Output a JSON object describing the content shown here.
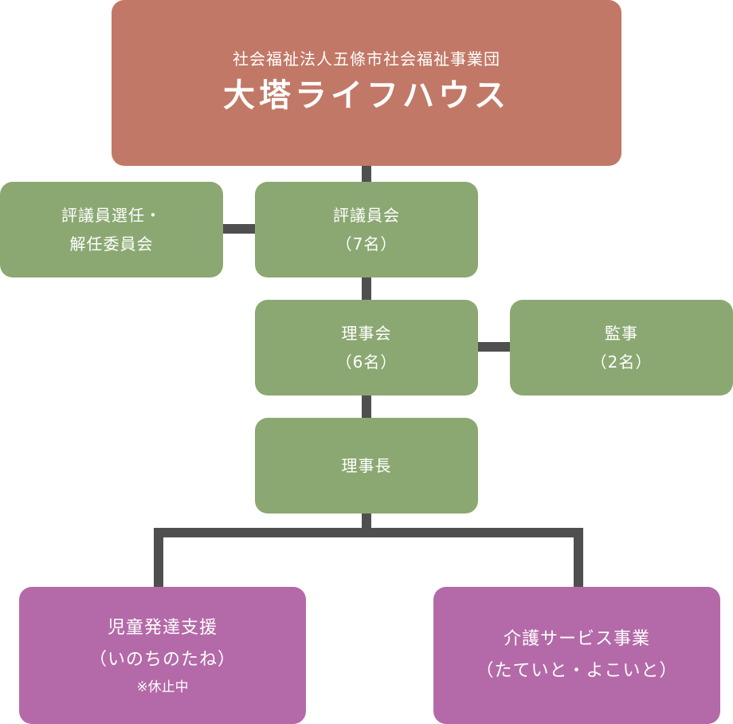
{
  "organization": {
    "subtitle": "社会福祉法人五條市社会福祉事業団",
    "title": "大塔ライフハウス"
  },
  "nodes": {
    "selection_committee": {
      "line1": "評議員選任・",
      "line2": "解任委員会"
    },
    "councilors": {
      "line1": "評議員会",
      "line2": "（7名）"
    },
    "board": {
      "line1": "理事会",
      "line2": "（6名）"
    },
    "auditors": {
      "line1": "監事",
      "line2": "（2名）"
    },
    "chairman": {
      "line1": "理事長"
    },
    "child_support": {
      "line1": "児童発達支援",
      "line2": "（いのちのたね）",
      "note": "※休止中"
    },
    "care_service": {
      "line1": "介護サービス事業",
      "line2": "（たていと・よこいと）"
    }
  },
  "colors": {
    "header": "#c27866",
    "governance": "#8ba872",
    "service": "#b46aa8",
    "connector": "#4f4f4f"
  }
}
